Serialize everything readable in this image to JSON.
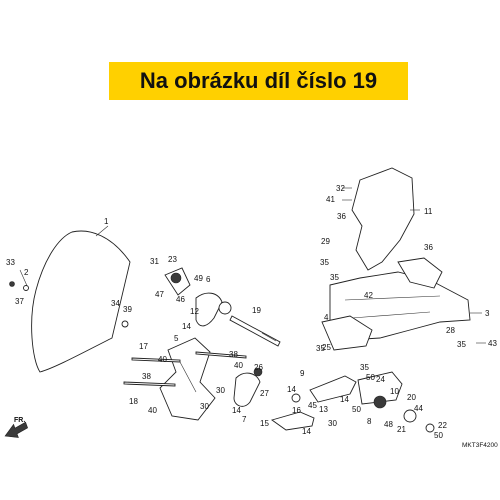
{
  "banner": {
    "text": "Na obrázku díl číslo 19",
    "color": "#ffd000"
  },
  "diagram": {
    "code": "MKT3F4200",
    "direction_label": "FR.",
    "callouts": [
      "1",
      "2",
      "3",
      "4",
      "5",
      "6",
      "7",
      "8",
      "9",
      "10",
      "11",
      "12",
      "13",
      "14",
      "15",
      "16",
      "17",
      "18",
      "19",
      "20",
      "21",
      "22",
      "23",
      "24",
      "25",
      "26",
      "27",
      "28",
      "29",
      "30",
      "31",
      "32",
      "33",
      "34",
      "35",
      "36",
      "37",
      "38",
      "39",
      "40",
      "41",
      "42",
      "43",
      "44",
      "45",
      "46",
      "47",
      "48",
      "49",
      "50"
    ]
  }
}
